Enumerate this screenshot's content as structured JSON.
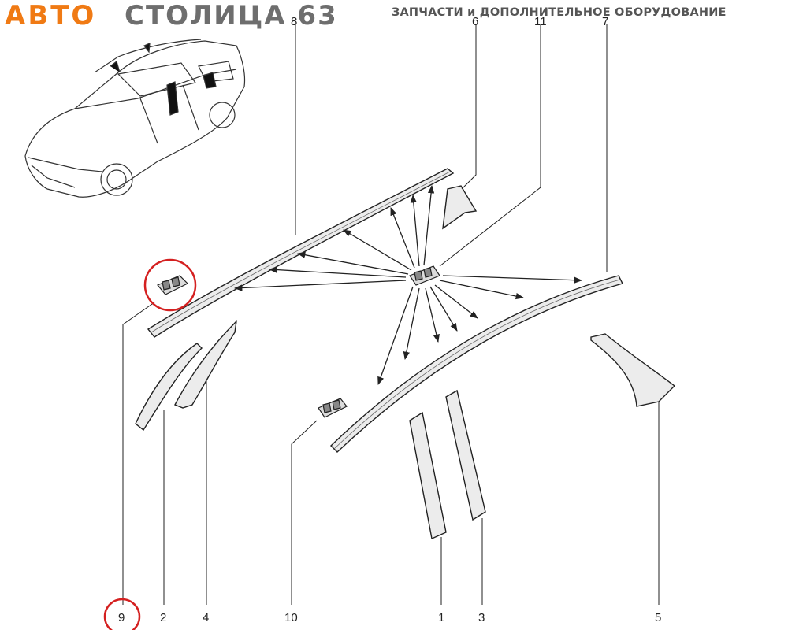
{
  "header": {
    "brand_part1": "АВТО",
    "brand_part2": "СТОЛИЦА 63",
    "tagline": "ЗАПЧАСТИ и ДОПОЛНИТЕЛЬНОЕ ОБОРУДОВАНИЕ"
  },
  "callouts": {
    "c1": "1",
    "c2": "2",
    "c3": "3",
    "c4": "4",
    "c5": "5",
    "c6": "6",
    "c7": "7",
    "c8": "8",
    "c9": "9",
    "c10": "10",
    "c11": "11"
  },
  "colors": {
    "brand_orange": "#f07a14",
    "brand_gray": "#6e6e6e",
    "highlight_red": "#d42020",
    "line": "#222222"
  },
  "highlighted_part": "9"
}
